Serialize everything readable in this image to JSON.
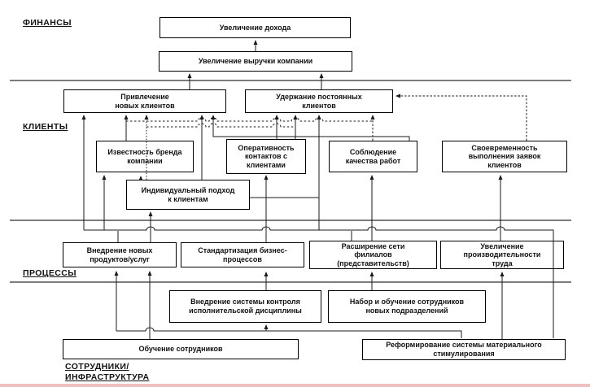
{
  "sections": {
    "finance": {
      "label": "ФИНАНСЫ"
    },
    "clients": {
      "label": "КЛИЕНТЫ"
    },
    "processes": {
      "label": "ПРОЦЕССЫ"
    },
    "staff": {
      "label": "СОТРУДНИКИ/\nИНФРАСТРУКТУРА"
    }
  },
  "nodes": {
    "income": {
      "label": "Увеличение дохода"
    },
    "revenue": {
      "label": "Увеличение выручки компании"
    },
    "attract": {
      "label": "Привлечение\nновых клиентов"
    },
    "retain": {
      "label": "Удержание постоянных\nклиентов"
    },
    "brand": {
      "label": "Известность бренда\nкомпании"
    },
    "contact": {
      "label": "Оперативность\nконтактов с\nклиентами"
    },
    "quality": {
      "label": "Соблюдение\nкачества работ"
    },
    "timeliness": {
      "label": "Своевременность\nвыполнения заявок\nклиентов"
    },
    "individual": {
      "label": "Индивидуальный подход\nк клиентам"
    },
    "new_products": {
      "label": "Внедрение новых\nпродуктов/услуг"
    },
    "standardization": {
      "label": "Стандартизация бизнес-\nпроцессов"
    },
    "branches": {
      "label": "Расширение сети\nфилиалов\n(представительств)"
    },
    "productivity": {
      "label": "Увеличение\nпроизводительности\nтруда"
    },
    "control": {
      "label": "Внедрение системы контроля\nисполнительской дисциплины"
    },
    "recruitment": {
      "label": "Набор и обучение сотрудников\nновых подразделений"
    },
    "training": {
      "label": "Обучение сотрудников"
    },
    "incentives": {
      "label": "Реформирование системы материального\nстимулирования"
    }
  },
  "edges": [
    {
      "from": "revenue",
      "to": "income"
    },
    {
      "from": "attract",
      "to": "revenue"
    },
    {
      "from": "retain",
      "to": "revenue"
    },
    {
      "from": "brand",
      "to": "attract"
    },
    {
      "from": "individual",
      "to": "attract"
    },
    {
      "from": "quality",
      "to": "attract"
    },
    {
      "from": "contact",
      "to": "retain"
    },
    {
      "from": "quality",
      "to": "retain"
    },
    {
      "from": "timeliness",
      "to": "retain"
    },
    {
      "from": "individual",
      "to": "retain"
    },
    {
      "from": "individual",
      "to": "brand"
    },
    {
      "from": "new_products",
      "to": "attract"
    },
    {
      "from": "new_products",
      "to": "brand"
    },
    {
      "from": "new_products",
      "to": "individual"
    },
    {
      "from": "standardization",
      "to": "contact"
    },
    {
      "from": "branches",
      "to": "quality"
    },
    {
      "from": "productivity",
      "to": "timeliness"
    },
    {
      "from": "training",
      "to": "new_products"
    },
    {
      "from": "training",
      "to": "control"
    },
    {
      "from": "control",
      "to": "standardization"
    },
    {
      "from": "recruitment",
      "to": "branches"
    },
    {
      "from": "incentives",
      "to": "productivity"
    },
    {
      "from": "incentives",
      "to": "retain"
    }
  ],
  "colors": {
    "line": "#1a1a1a",
    "box_border": "#000000",
    "box_bg": "#ffffff",
    "accent_strip": "#eec0c0"
  }
}
